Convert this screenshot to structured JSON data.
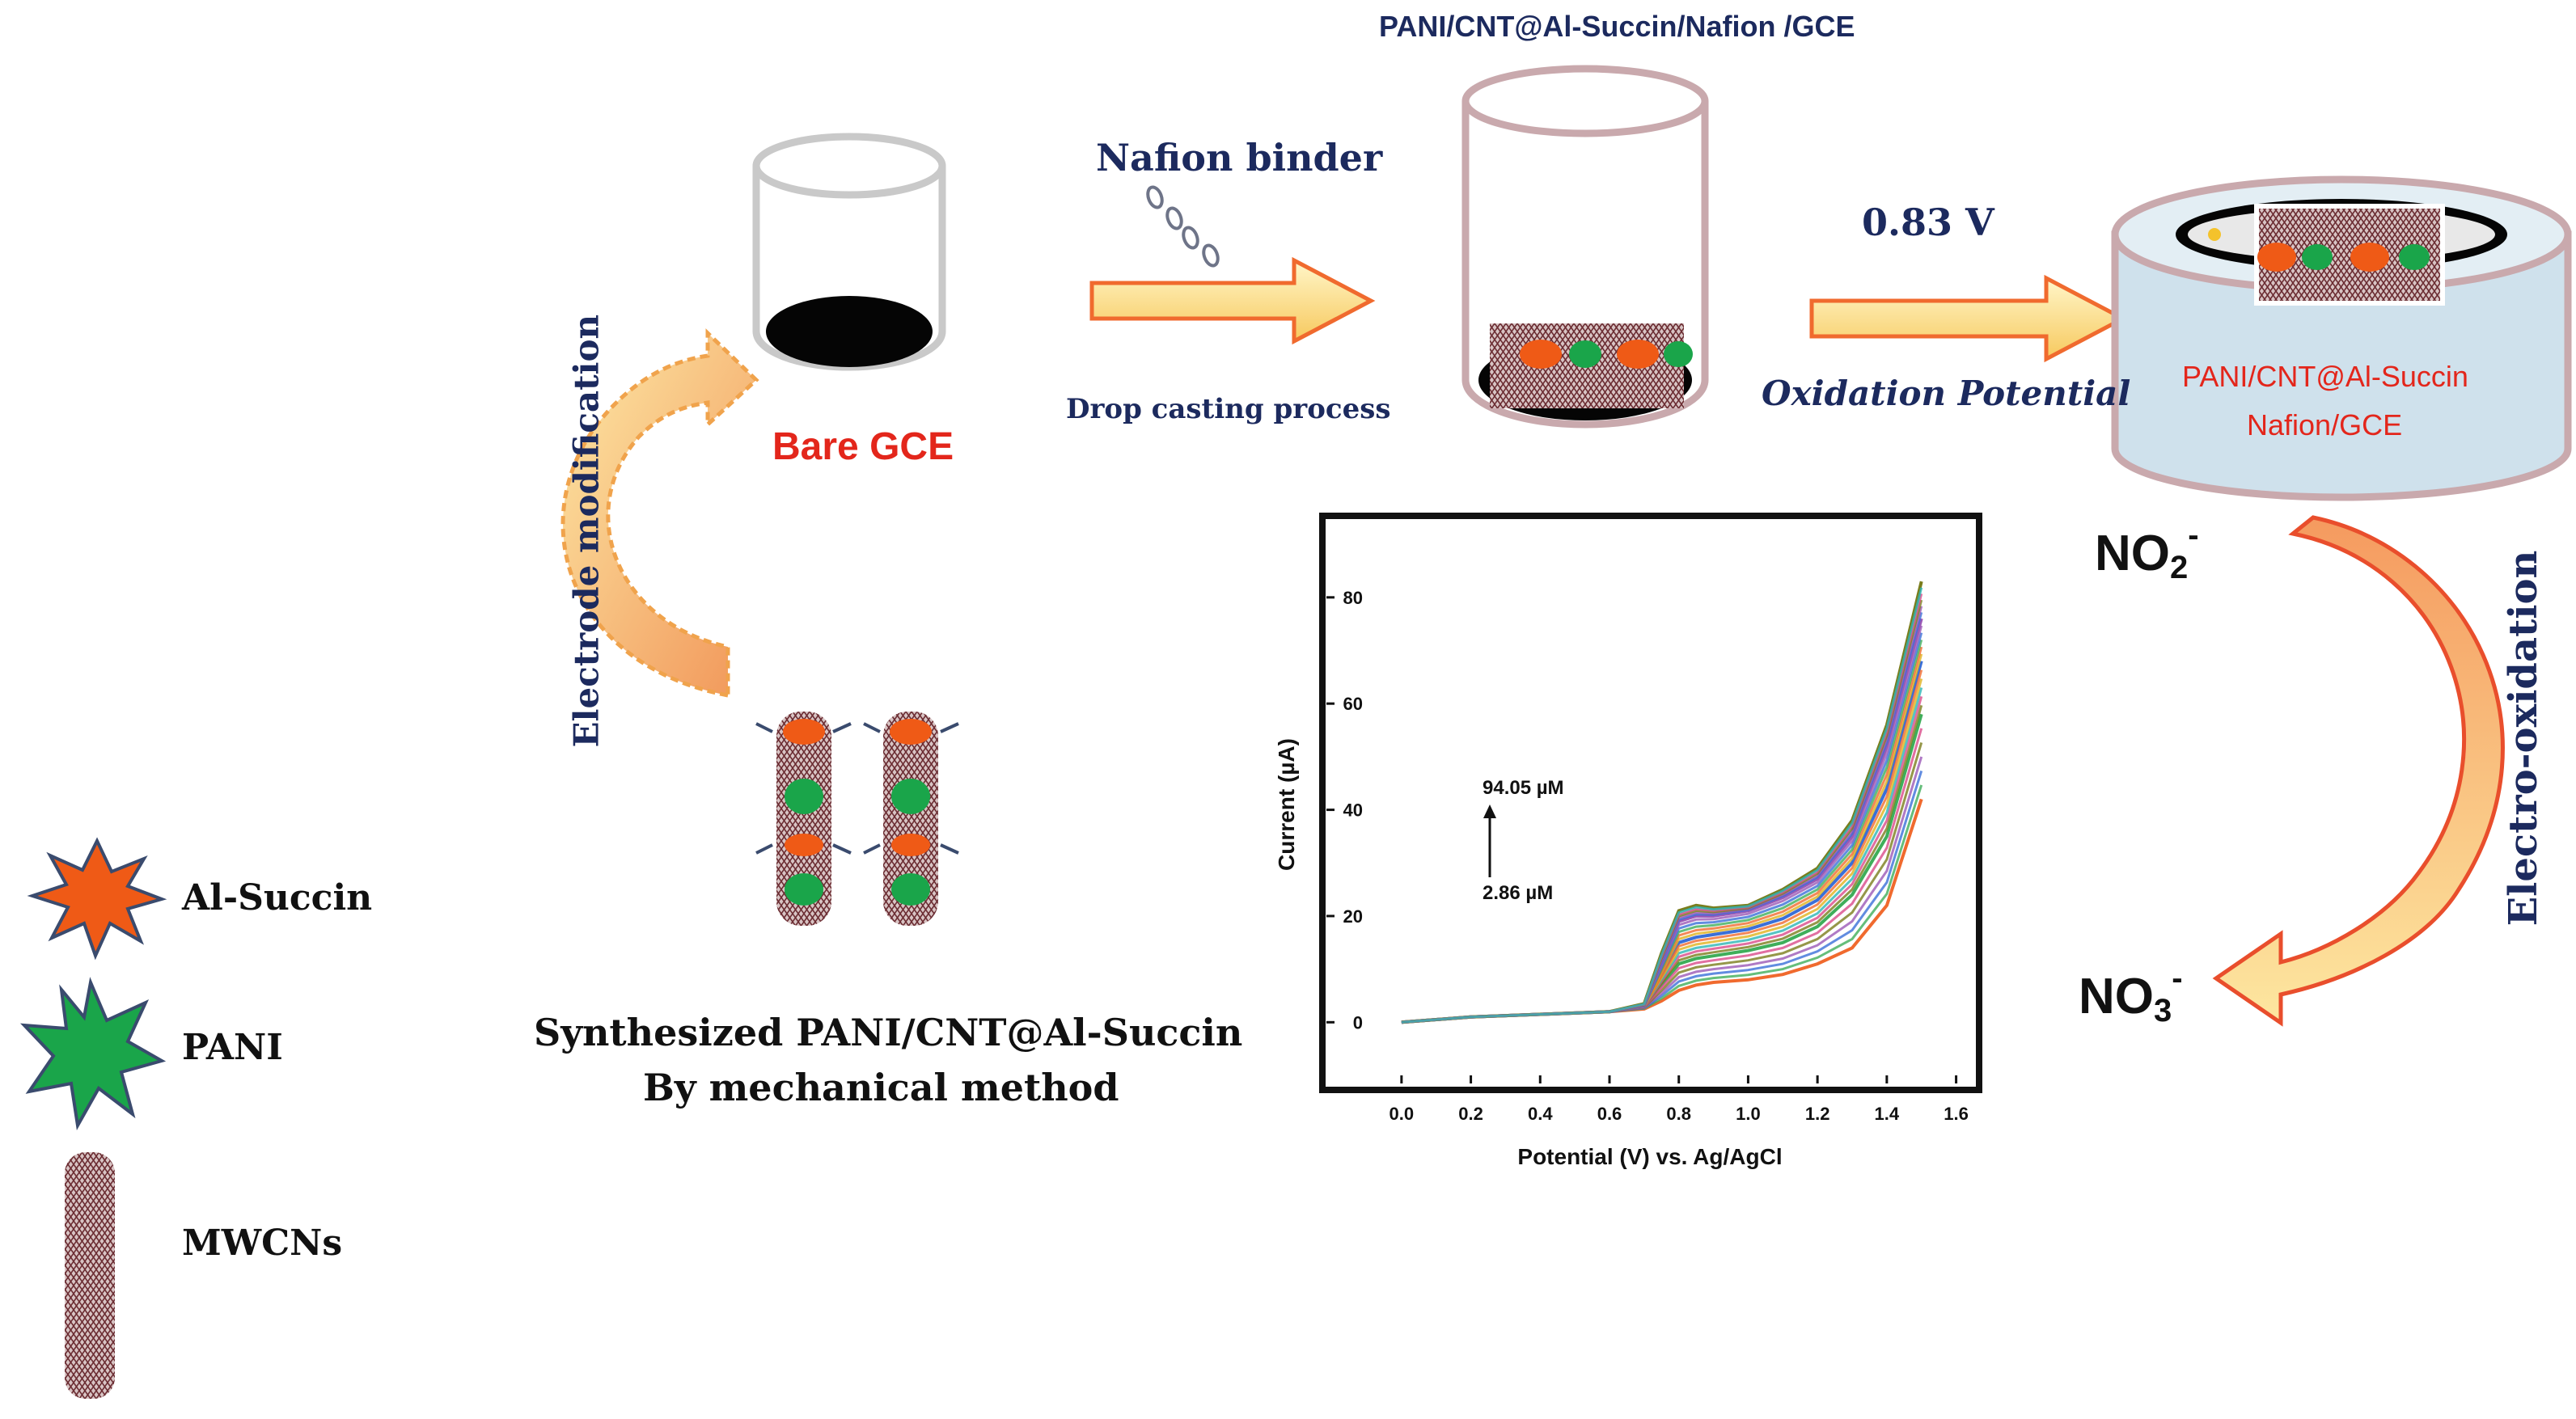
{
  "electrodes": {
    "bare_gce": "Bare GCE",
    "modified_title": "PANI/CNT@Al-Succin/Nafion /GCE",
    "final_line1": "PANI/CNT@Al-Succin",
    "final_line2": "Nafion/GCE"
  },
  "steps": {
    "nafion_binder": "Nafion binder",
    "drop_casting": "Drop casting process",
    "potential_value": "0.83 V",
    "oxidation_potential": "Oxidation  Potential",
    "electrode_modification": "Electrode modification",
    "electro_oxidation": "Electro-oxidation"
  },
  "synthesis": {
    "line1": "Synthesized PANI/CNT@Al-Succin",
    "line2": "By mechanical method"
  },
  "legend": {
    "al_succin": "Al-Succin",
    "pani": "PANI",
    "mwcns": "MWCNs"
  },
  "ions": {
    "nitrite_base": "NO",
    "nitrite_sub": "2",
    "nitrite_sup": "-",
    "nitrate_base": "NO",
    "nitrate_sub": "3",
    "nitrate_sup": "-"
  },
  "colors": {
    "navy_text": "#1c2a5e",
    "red_text": "#e3261b",
    "arrow_fill": "#fbe7a2",
    "arrow_stroke": "#f06a2e",
    "curve_arrow": "#f5a26b",
    "al_succin": "#ef5a16",
    "pani": "#1aa54a"
  },
  "chart_data": {
    "type": "line",
    "xlabel": "Potential (V) vs. Ag/AgCl",
    "ylabel": "Current (µA)",
    "xlim": [
      -0.1,
      1.65
    ],
    "ylim": [
      -10,
      92
    ],
    "x_ticks": [
      "0.0",
      "0.2",
      "0.4",
      "0.6",
      "0.8",
      "1.0",
      "1.2",
      "1.4",
      "1.6"
    ],
    "y_ticks": [
      "0",
      "20",
      "40",
      "60",
      "80"
    ],
    "annotations": {
      "high": "94.05 µM",
      "low": "2.86 µM"
    },
    "x": [
      0.0,
      0.2,
      0.4,
      0.6,
      0.7,
      0.75,
      0.8,
      0.85,
      0.9,
      1.0,
      1.1,
      1.2,
      1.3,
      1.4,
      1.5
    ],
    "series": [
      {
        "values": [
          0,
          1,
          1.5,
          2,
          2.5,
          4,
          6,
          7,
          7.5,
          8,
          9,
          11,
          14,
          22,
          42
        ]
      },
      {
        "values": [
          0,
          1,
          1.5,
          2,
          3,
          7,
          11,
          12,
          12.5,
          13.5,
          15,
          18,
          24,
          35,
          58
        ]
      },
      {
        "values": [
          0,
          1,
          1.5,
          2,
          3,
          9,
          15,
          16,
          16.5,
          17.5,
          19.5,
          23,
          30,
          44,
          68
        ]
      },
      {
        "values": [
          0,
          1,
          1.5,
          2,
          3,
          11,
          19,
          20,
          20,
          21,
          23.5,
          27,
          35,
          52,
          76
        ]
      },
      {
        "values": [
          0,
          1,
          1.5,
          2,
          3.5,
          13,
          21,
          22,
          21.5,
          22,
          25,
          29,
          38,
          56,
          83
        ]
      }
    ]
  }
}
